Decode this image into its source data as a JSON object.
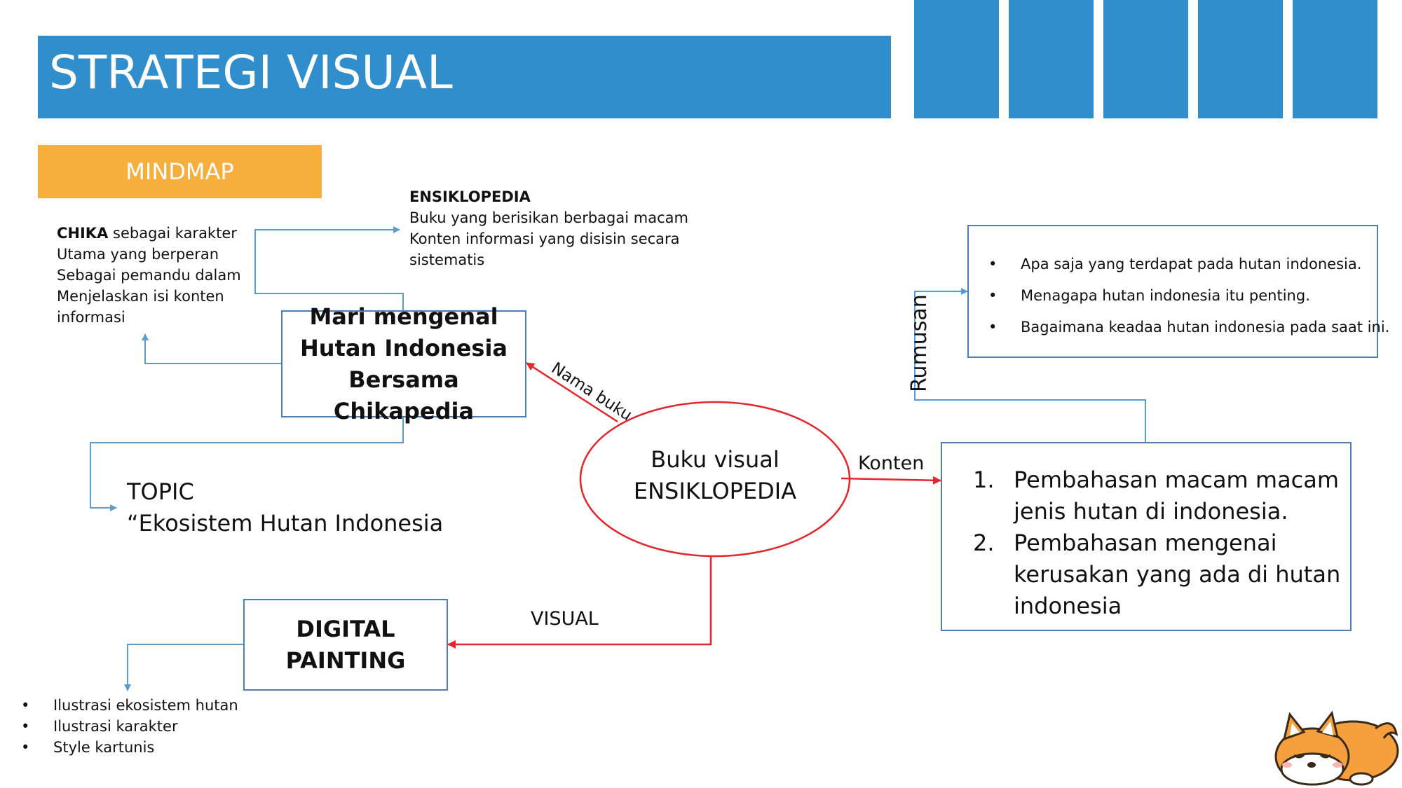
{
  "header": {
    "title": "STRATEGI VISUAL"
  },
  "section_label": "MINDMAP",
  "center_box": {
    "line1": "Mari mengenal",
    "line2": "Hutan Indonesia",
    "line3": "Bersama Chikapedia"
  },
  "chika_note": {
    "bold": "CHIKA",
    "line1_rest": " sebagai karakter",
    "lines": [
      "Utama yang berperan",
      "Sebagai pemandu dalam",
      "Menjelaskan isi konten",
      "informasi"
    ]
  },
  "ensiklopedia_note": {
    "heading": "ENSIKLOPEDIA",
    "lines": [
      "Buku yang berisikan berbagai macam",
      "Konten informasi yang disisin secara",
      "sistematis"
    ]
  },
  "topic": {
    "line1": "TOPIC",
    "line2": "“Ekosistem Hutan Indonesia"
  },
  "ellipse": {
    "line1": "Buku visual",
    "line2": "ENSIKLOPEDIA"
  },
  "edge_labels": {
    "nama_buku": "Nama buku",
    "konten": "Konten",
    "visual": "VISUAL",
    "rumusan": "Rumusan"
  },
  "rumusan_box": {
    "items": [
      "Apa saja yang terdapat pada hutan indonesia.",
      "Menagapa hutan indonesia itu penting.",
      "Bagaimana keadaa hutan indonesia pada saat ini."
    ]
  },
  "konten_box": {
    "items": [
      {
        "num": "1.",
        "line1": "Pembahasan macam macam",
        "line2": "jenis hutan di indonesia."
      },
      {
        "num": "2.",
        "line1": "Pembahasan mengenai",
        "line2": "kerusakan  yang ada di hutan",
        "line3": "indonesia"
      }
    ]
  },
  "digital_box": {
    "line1": "DIGITAL",
    "line2": "PAINTING"
  },
  "visual_list": {
    "items": [
      "Ilustrasi ekosistem hutan",
      "Ilustrasi karakter",
      "Style kartunis"
    ]
  },
  "colors": {
    "accent_blue": "#2F8ECB",
    "orange": "#F6AE3C",
    "connector_blue": "#5B9BD5",
    "connector_red": "#E3262B",
    "box_border": "#4F7DB8"
  },
  "icons": {
    "mascot": "sleeping-shiba-dog-icon"
  }
}
